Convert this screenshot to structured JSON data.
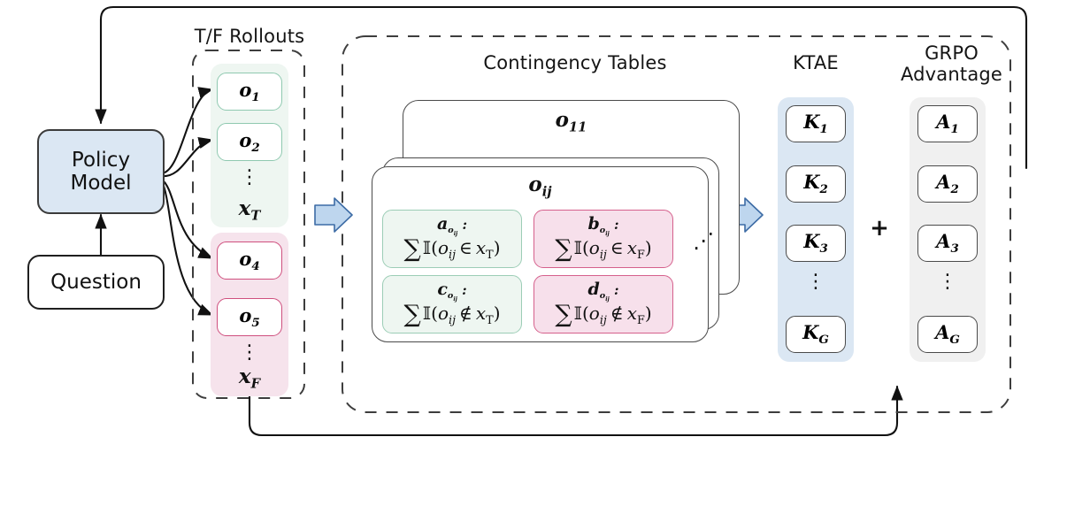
{
  "diagram": {
    "title_rollouts": "T/F Rollouts",
    "title_tables": "Contingency Tables",
    "title_ktae": "KTAE",
    "title_grpo_line1": "GRPO",
    "title_grpo_line2": "Advantage",
    "plus_symbol": "+"
  },
  "left": {
    "policy_line1": "Policy",
    "policy_line2": "Model",
    "question": "Question"
  },
  "rollouts": {
    "true_band": {
      "label": "x_T",
      "label_base": "x",
      "label_sub": "T",
      "items": [
        {
          "base": "o",
          "sub": "1"
        },
        {
          "base": "o",
          "sub": "2"
        }
      ],
      "dots": "⋮"
    },
    "false_band": {
      "label": "x_F",
      "label_base": "x",
      "label_sub": "F",
      "items": [
        {
          "base": "o",
          "sub": "4"
        },
        {
          "base": "o",
          "sub": "5"
        }
      ],
      "dots": "⋮"
    }
  },
  "tables": {
    "back_card_label_base": "o",
    "back_card_label_sub": "11",
    "front_card_label_base": "o",
    "front_card_label_sub": "ij",
    "stack_dots": "⋰",
    "cells": [
      {
        "name": "a",
        "head_base": "a",
        "head_sub": "o_ij",
        "head_colon": ":",
        "body": "∑ 𝕀(o_ij ∈ x_T)",
        "kind": "true"
      },
      {
        "name": "b",
        "head_base": "b",
        "head_sub": "o_ij",
        "head_colon": ":",
        "body": "∑ 𝕀(o_ij ∈ x_F)",
        "kind": "false"
      },
      {
        "name": "c",
        "head_base": "c",
        "head_sub": "o_ij",
        "head_colon": ":",
        "body": "∑ 𝕀(o_ij ∉ x_T)",
        "kind": "true"
      },
      {
        "name": "d",
        "head_base": "d",
        "head_sub": "o_ij",
        "head_colon": ":",
        "body": "∑ 𝕀(o_ij ∉ x_F)",
        "kind": "false"
      }
    ],
    "cell_glyphs": {
      "sum": "∑",
      "indicator": "Ⅰ",
      "in": "∈",
      "notin": "∉",
      "open": "(",
      "close": ")"
    }
  },
  "ktae": {
    "items": [
      {
        "base": "K",
        "sub": "1"
      },
      {
        "base": "K",
        "sub": "2"
      },
      {
        "base": "K",
        "sub": "3"
      },
      {
        "base": "K",
        "sub": "G"
      }
    ],
    "dots": "⋮"
  },
  "grpo": {
    "items": [
      {
        "base": "A",
        "sub": "1"
      },
      {
        "base": "A",
        "sub": "2"
      },
      {
        "base": "A",
        "sub": "3"
      },
      {
        "base": "A",
        "sub": "G"
      }
    ],
    "dots": "⋮"
  },
  "colors": {
    "policy_fill": "#dbe7f3",
    "true_band": "#eef6f1",
    "false_band": "#f6e3ec",
    "true_border": "#8fc9b0",
    "false_border": "#cf4f7e",
    "ktae_band": "#dbe7f3",
    "grpo_band": "#f0f0f0",
    "arrow_fill": "#bed6ee",
    "arrow_stroke": "#3c6ba5",
    "line": "#1f1f1f"
  }
}
